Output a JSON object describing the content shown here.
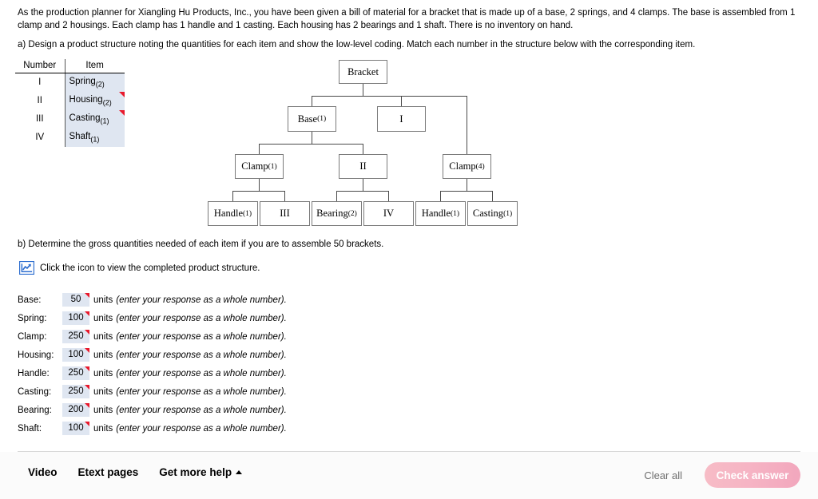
{
  "problem": {
    "intro": "As the production planner for Xiangling Hu Products, Inc., you have been given a bill of material for a bracket that is made up of a base, 2 springs, and 4 clamps. The base is assembled from 1 clamp and 2 housings. Each clamp has 1 handle and 1 casting. Each housing has 2 bearings and 1 shaft. There is no inventory on hand.",
    "part_a": "a) Design a product structure noting the quantities for each item and show the low-level coding. Match each number in the structure below with the corresponding item.",
    "part_b": "b) Determine the gross quantities needed of each item if you are to assemble 50 brackets.",
    "icon_hint": "Click the icon to view the completed product structure.",
    "icon_name": "line-chart-icon"
  },
  "legend": {
    "headers": [
      "Number",
      "Item"
    ],
    "rows": [
      {
        "number": "I",
        "item": "Spring",
        "qty": "(2)",
        "flag": false
      },
      {
        "number": "II",
        "item": "Housing",
        "qty": "(2)",
        "flag": true
      },
      {
        "number": "III",
        "item": "Casting",
        "qty": "(1)",
        "flag": true
      },
      {
        "number": "IV",
        "item": "Shaft",
        "qty": "(1)",
        "flag": false
      }
    ]
  },
  "tree": {
    "level0": [
      {
        "label": "Bracket",
        "qty": ""
      }
    ],
    "level1": [
      {
        "label": "Base",
        "qty": "(1)"
      },
      {
        "label": "I",
        "qty": ""
      }
    ],
    "level2": [
      {
        "label": "Clamp",
        "qty": "(1)"
      },
      {
        "label": "II",
        "qty": ""
      },
      {
        "label": "Clamp",
        "qty": "(4)"
      }
    ],
    "level3": [
      {
        "label": "Handle",
        "qty": "(1)"
      },
      {
        "label": "III",
        "qty": ""
      },
      {
        "label": "Bearing",
        "qty": "(2)"
      },
      {
        "label": "IV",
        "qty": ""
      },
      {
        "label": "Handle",
        "qty": "(1)"
      },
      {
        "label": "Casting",
        "qty": "(1)"
      }
    ]
  },
  "answers": {
    "units_label": "units",
    "hint": "(enter your response as a whole number).",
    "rows": [
      {
        "label": "Base:",
        "value": "50"
      },
      {
        "label": "Spring:",
        "value": "100"
      },
      {
        "label": "Clamp:",
        "value": "250"
      },
      {
        "label": "Housing:",
        "value": "100"
      },
      {
        "label": "Handle:",
        "value": "250"
      },
      {
        "label": "Casting:",
        "value": "250"
      },
      {
        "label": "Bearing:",
        "value": "200"
      },
      {
        "label": "Shaft:",
        "value": "100"
      }
    ]
  },
  "footer": {
    "video": "Video",
    "etext": "Etext pages",
    "more_help": "Get more help",
    "clear_all": "Clear all",
    "check_answer": "Check answer"
  },
  "colors": {
    "input_bg": "#dfe6f1",
    "flag_red": "#e8192c",
    "icon_blue": "#2f6fd0",
    "check_btn_pink": "#f4b0c1"
  }
}
